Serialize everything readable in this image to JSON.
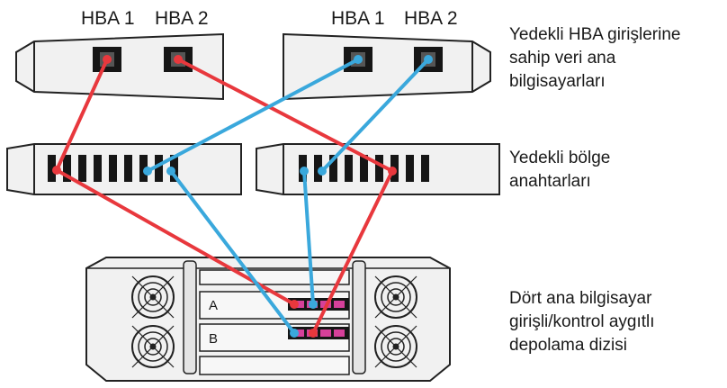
{
  "hosts": [
    {
      "hba1_label": "HBA 1",
      "hba2_label": "HBA 2"
    },
    {
      "hba1_label": "HBA 1",
      "hba2_label": "HBA 2"
    }
  ],
  "labels": {
    "hosts": [
      "Yedekli HBA girişlerine",
      "sahip veri ana",
      "bilgisayarları"
    ],
    "switches": [
      "Yedekli bölge",
      "anahtarları"
    ],
    "storage": [
      "Dört ana bilgisayar",
      "girişli/kontrol aygıtlı",
      "depolama dizisi"
    ]
  },
  "controllers": {
    "a": "A",
    "b": "B"
  },
  "colors": {
    "red_path": "#e8383d",
    "blue_path": "#3aa8dc",
    "device_fill": "#f1f1f1",
    "port": "#161616",
    "storage_port_accent": "#d6409a"
  }
}
